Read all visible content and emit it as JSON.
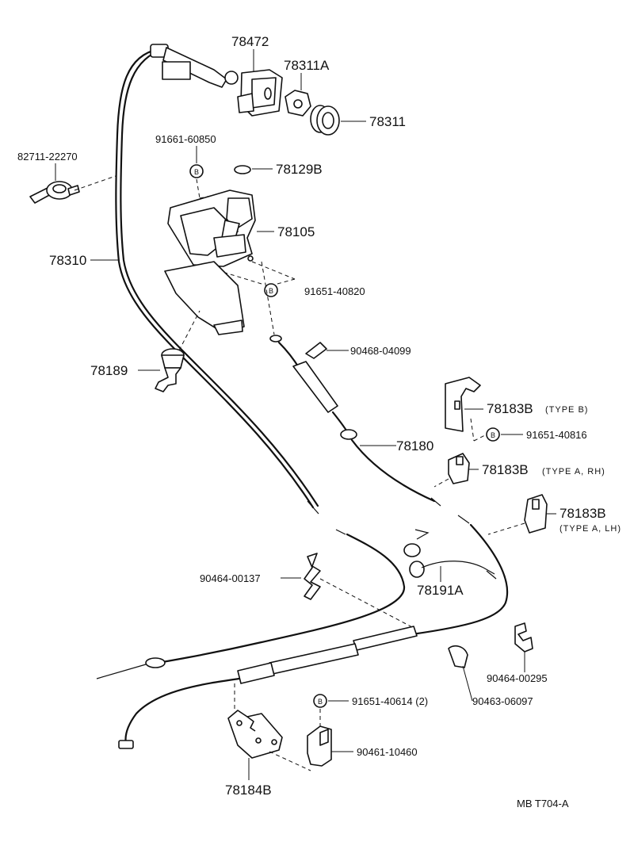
{
  "title_code": "MB  T704-A",
  "labels": {
    "p78472": "78472",
    "p78311A": "78311A",
    "p78311": "78311",
    "p91661_60850": "91661-60850",
    "p78129B": "78129B",
    "p82711_22270": "82711-22270",
    "p78105": "78105",
    "p78310": "78310",
    "p91651_40820": "91651-40820",
    "p90468_04099": "90468-04099",
    "p78189": "78189",
    "p78183B_b": "78183B",
    "type_b": "(TYPE B)",
    "p91651_40816": "91651-40816",
    "p78180": "78180",
    "p78183B_arh": "78183B",
    "type_a_rh": "(TYPE  A, RH)",
    "p78183B_alh": "78183B",
    "type_a_lh": "(TYPE  A, LH)",
    "p90464_00137": "90464-00137",
    "p78191A": "78191A",
    "p90464_00295": "90464-00295",
    "p90463_06097": "90463-06097",
    "p91651_40614": "91651-40614 (2)",
    "p90461_10460": "90461-10460",
    "p78184B": "78184B"
  },
  "bolt_markers": [
    "B",
    "B",
    "B",
    "B"
  ]
}
